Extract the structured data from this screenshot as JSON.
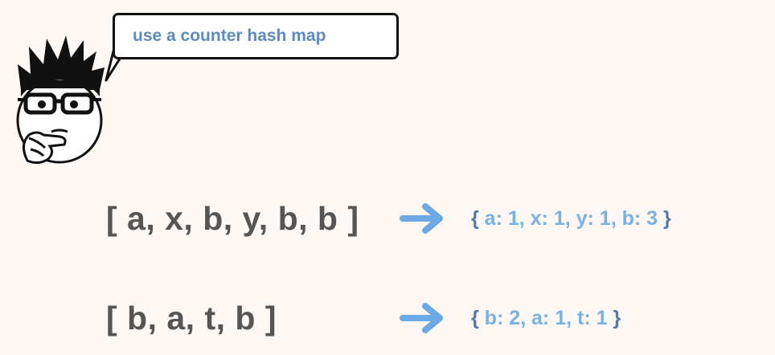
{
  "bubble": {
    "text": "use a counter hash map"
  },
  "rows": [
    {
      "array": "[ a, x, b, y, b, b ]",
      "open_brace": "{",
      "map_body": " a: 1, x: 1, y: 1, b: 3 ",
      "close_brace": "}"
    },
    {
      "array": "[ b, a, t, b ]",
      "open_brace": "{",
      "map_body": " b: 2, a: 1, t: 1 ",
      "close_brace": "}"
    }
  ],
  "colors": {
    "background": "#fdf8f3",
    "array_text": "#555555",
    "arrow": "#6aa8e6",
    "map_text": "#78b1e6",
    "brace": "#5577aa",
    "bubble_text": "#5b8ac4"
  }
}
